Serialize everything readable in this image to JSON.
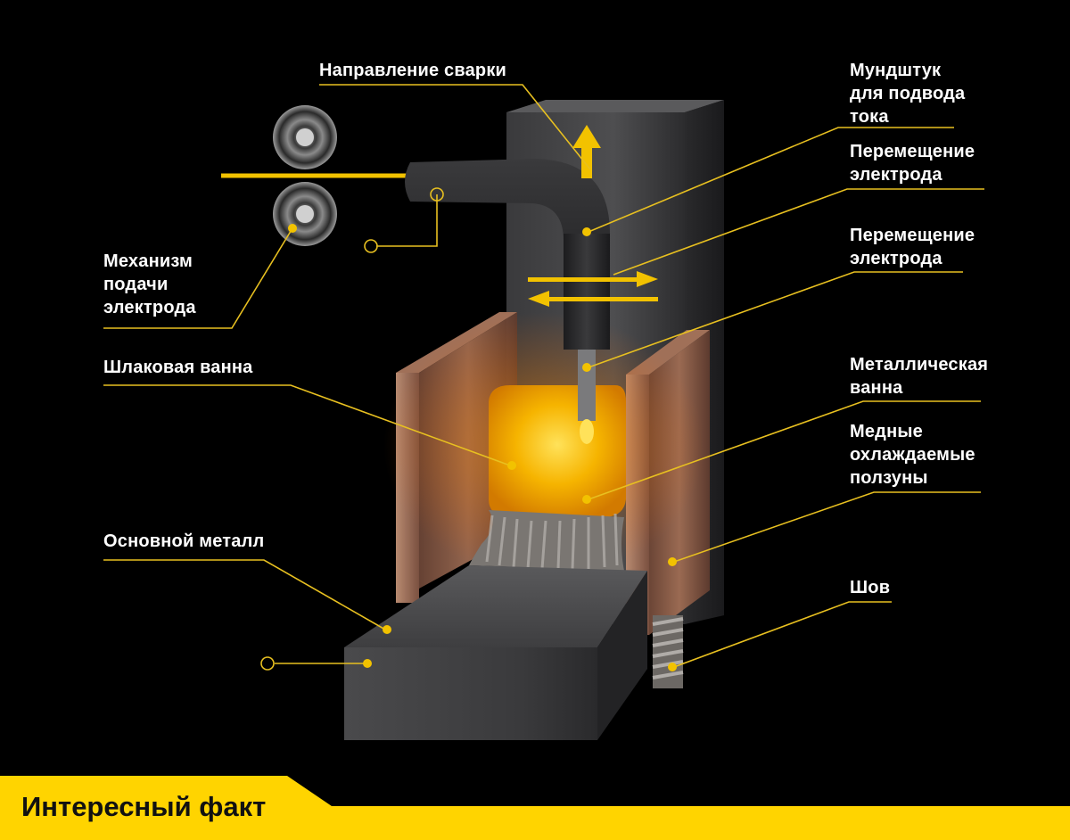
{
  "colors": {
    "background": "#000000",
    "accent": "#f2c200",
    "footer_yellow": "#ffd400",
    "label_text": "#ffffff",
    "slag_glow": "#f6a800",
    "steel": "#4a4a4c",
    "copper": "#8a5a44"
  },
  "labels": {
    "welding_direction": "Направление сварки",
    "contact_tip": "Мундштук\nдля подвода\nтока",
    "electrode_move_1": "Перемещение\nэлектрода",
    "electrode_move_2": "Перемещение\nэлектрода",
    "metal_pool": "Металлическая\nванна",
    "copper_shoes": "Медные\nохлаждаемые\nползуны",
    "weld_seam": "Шов",
    "feed_mechanism": "Механизм\nподачи\nэлектрода",
    "slag_pool": "Шлаковая ванна",
    "base_metal": "Основной металл"
  },
  "footer": {
    "title": "Интересный факт"
  },
  "icons": {
    "arrow_up": "arrow-up-icon",
    "arrow_right": "arrow-right-icon",
    "arrow_left": "arrow-left-icon",
    "roller": "roller-icon"
  }
}
